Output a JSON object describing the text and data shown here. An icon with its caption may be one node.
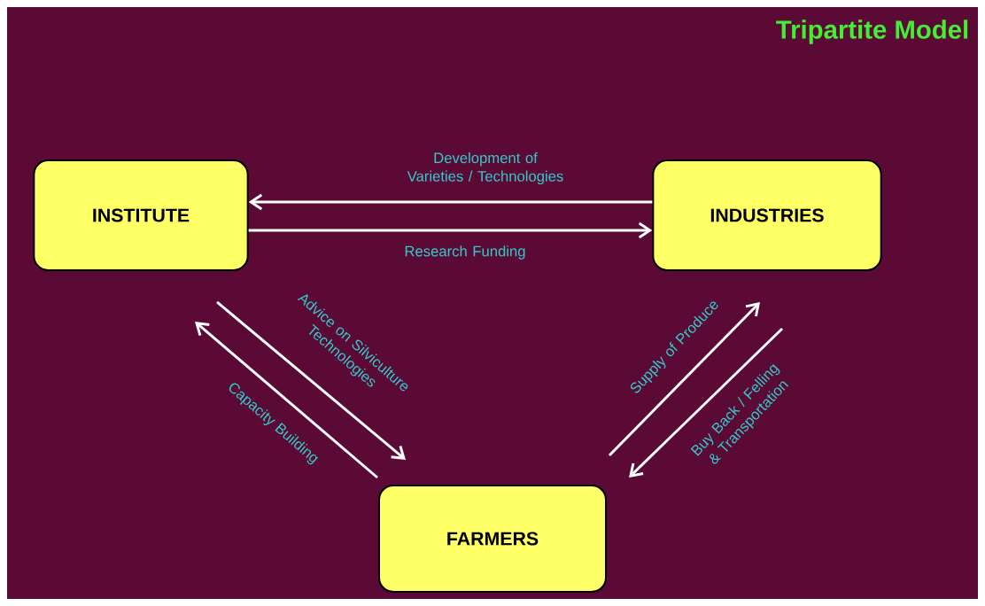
{
  "diagram": {
    "title": "Tripartite Model",
    "nodes": [
      {
        "text": [
          "INSTITUTE"
        ]
      },
      {
        "text": [
          "INDUSTRIES"
        ]
      },
      {
        "text": [
          "FARMERS"
        ]
      }
    ],
    "edges": [
      {
        "from": 1,
        "to": 0,
        "arrow": "to",
        "label": "Development of Varieties / Technologies"
      },
      {
        "from": 0,
        "to": 1,
        "arrow": "to",
        "label": "Research Funding"
      },
      {
        "from": 0,
        "to": 2,
        "arrow": "to",
        "label": "Advice on Silviculture Technologies"
      },
      {
        "from": 2,
        "to": 0,
        "arrow": "to",
        "label": "Capacity Building"
      },
      {
        "from": 2,
        "to": 1,
        "arrow": "to",
        "label": "Supply of Produce"
      },
      {
        "from": 1,
        "to": 2,
        "arrow": "to",
        "label": "Buy Back / Felling & Transportation"
      }
    ]
  }
}
